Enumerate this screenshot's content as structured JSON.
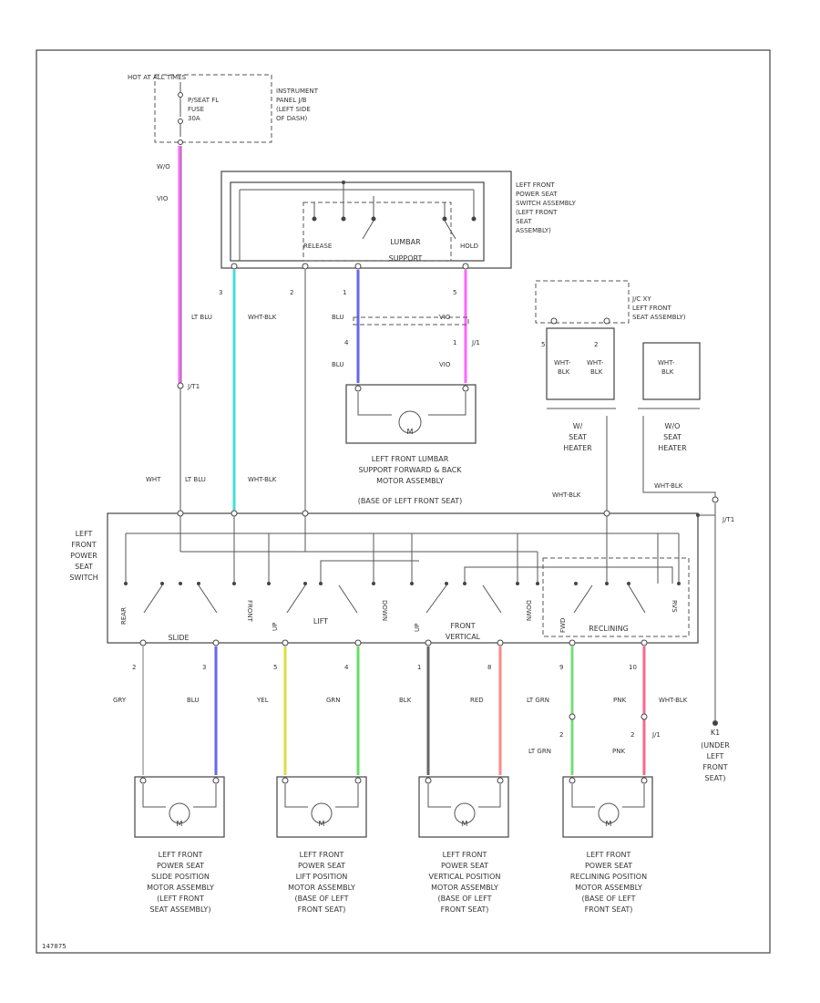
{
  "diagram": {
    "colors": {
      "pink": "#ff66ff",
      "lt_blu": "#44dddd",
      "blu": "#6666ee",
      "yel": "#dddd44",
      "grn": "#66dd66",
      "red": "#ff8888",
      "lt_grn": "#77dd77",
      "pnk": "#ff6688",
      "gry": "#bbbbbb",
      "blk": "#666666",
      "wht": "#dddddd"
    },
    "fuse": {
      "hot": "HOT AT ALL TIMES",
      "line1": "P/SEAT FL",
      "line2": "FUSE",
      "line3": "30A",
      "loc1": "INSTRUMENT",
      "loc2": "PANEL J/B",
      "loc3": "(LEFT SIDE",
      "loc4": "OF DASH)"
    },
    "lumbar_switch": {
      "l1": "LEFT FRONT",
      "l2": "POWER SEAT",
      "l3": "SWITCH ASSEMBLY",
      "l4": "(LEFT FRONT",
      "l5": "SEAT",
      "l6": "ASSEMBLY)",
      "release": "RELEASE",
      "hold": "HOLD",
      "lumbar1": "LUMBAR",
      "lumbar2": "SUPPORT"
    },
    "wires": {
      "w_top1": "W/O",
      "w_top2": "VIO",
      "ltblu": "LT BLU",
      "whtblk": "WHT-BLK",
      "blu": "BLU",
      "vio": "VIO",
      "pin3": "3",
      "pin2": "2",
      "pin1": "1",
      "pin5": "5",
      "pin4": "4",
      "j1": "J/1",
      "j2": "J/T1",
      "jb": "J/1",
      "wht": "WHT",
      "ltblu2": "LT BLU",
      "whtblk2": "WHT-BLK",
      "whtblk3": "WHT-BLK",
      "whtblk4": "WHT-BLK"
    },
    "lumbar_motor": {
      "l1": "LEFT FRONT LUMBAR",
      "l2": "SUPPORT FORWARD & BACK",
      "l3": "MOTOR ASSEMBLY",
      "l4": "(BASE OF LEFT FRONT SEAT)",
      "m": "M"
    },
    "heater": {
      "w_l1": "J/C XY",
      "w_l2": "LEFT FRONT",
      "w_l3": "SEAT ASSEMBLY)",
      "p5": "5",
      "p2": "2",
      "wb1": "WHT-",
      "wb2": "BLK",
      "wh_l1": "W/",
      "wh_l2": "SEAT",
      "wh_l3": "HEATER",
      "woh_l1": "W/O",
      "woh_l2": "SEAT",
      "woh_l3": "HEATER"
    },
    "main_switch": {
      "l1": "LEFT",
      "l2": "FRONT",
      "l3": "POWER",
      "l4": "SEAT",
      "l5": "SWITCH",
      "slide": "SLIDE",
      "lift": "LIFT",
      "front1": "FRONT",
      "front2": "VERTICAL",
      "reclining": "RECLINING",
      "rear": "REAR",
      "front": "FRONT",
      "up": "UP",
      "down": "DOWN",
      "fwd": "FWD",
      "rvs": "RVS"
    },
    "bottom_wires": {
      "p2a": "2",
      "p3": "3",
      "p5": "5",
      "p4": "4",
      "p1": "1",
      "p8": "8",
      "p9": "9",
      "p10": "10",
      "gry": "GRY",
      "blu": "BLU",
      "yel": "YEL",
      "grn": "GRN",
      "blk": "BLK",
      "red": "RED",
      "ltgrn": "LT GRN",
      "pnk": "PNK",
      "whtblk": "WHT-BLK",
      "ltgrn2": "LT GRN",
      "pnk2": "PNK",
      "p2b": "2",
      "p2c": "2",
      "jt": "J/T1",
      "ground1": "K1",
      "ground2": "(UNDER",
      "ground3": "LEFT",
      "ground4": "FRONT",
      "ground5": "SEAT)"
    },
    "motors": [
      {
        "l1": "LEFT FRONT",
        "l2": "POWER SEAT",
        "l3": "SLIDE POSITION",
        "l4": "MOTOR ASSEMBLY",
        "l5": "(LEFT FRONT",
        "l6": "SEAT ASSEMBLY)"
      },
      {
        "l1": "LEFT FRONT",
        "l2": "POWER SEAT",
        "l3": "LIFT POSITION",
        "l4": "MOTOR ASSEMBLY",
        "l5": "(BASE OF LEFT",
        "l6": "FRONT SEAT)"
      },
      {
        "l1": "LEFT FRONT",
        "l2": "POWER SEAT",
        "l3": "VERTICAL POSITION",
        "l4": "MOTOR ASSEMBLY",
        "l5": "(BASE OF LEFT",
        "l6": "FRONT SEAT)"
      },
      {
        "l1": "LEFT FRONT",
        "l2": "POWER SEAT",
        "l3": "RECLINING POSITION",
        "l4": "MOTOR ASSEMBLY",
        "l5": "(BASE OF LEFT",
        "l6": "FRONT SEAT)"
      }
    ],
    "motor_m": "M",
    "footer": "147875"
  }
}
